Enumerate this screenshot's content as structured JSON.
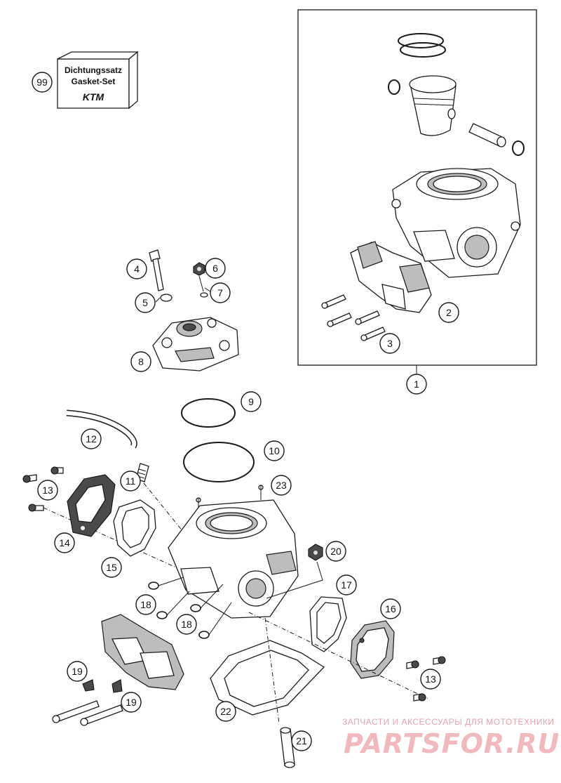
{
  "gasket_set": {
    "callout": "99",
    "line1": "Dichtungssatz",
    "line2": "Gasket-Set",
    "brand": "KTM"
  },
  "callouts": [
    "1",
    "2",
    "3",
    "4",
    "5",
    "6",
    "7",
    "8",
    "9",
    "10",
    "11",
    "12",
    "13",
    "13",
    "14",
    "15",
    "16",
    "17",
    "18",
    "18",
    "19",
    "19",
    "20",
    "21",
    "22",
    "23"
  ],
  "watermark": {
    "subtitle": "ЗАПЧАСТИ И АКСЕССУАРЫ ДЛЯ МОТОТЕХНИКИ",
    "logo": "PARTSFOR.RU"
  }
}
